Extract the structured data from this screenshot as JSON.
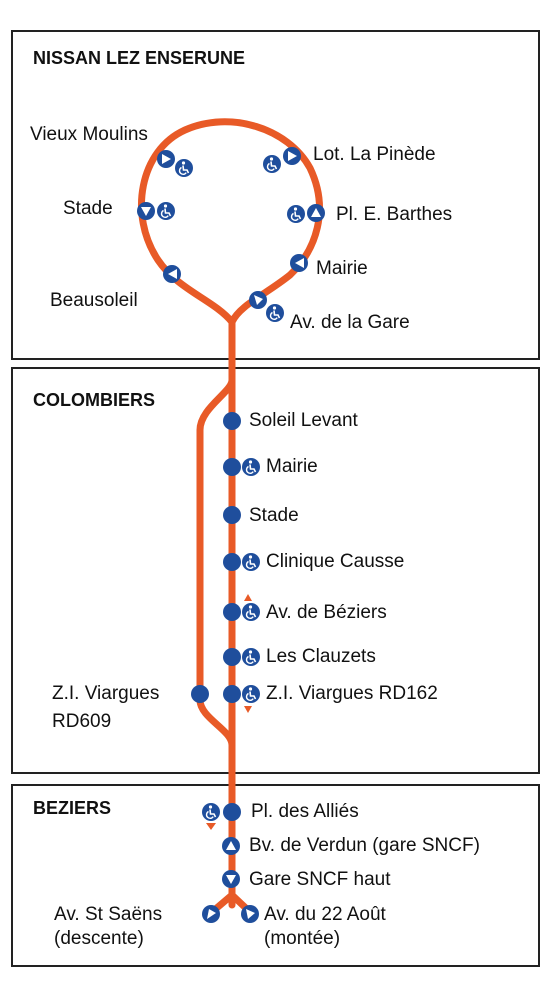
{
  "colors": {
    "route": "#e85a27",
    "stop": "#1f4e9c",
    "border": "#222222"
  },
  "sections": {
    "nissan": "NISSAN LEZ ENSERUNE",
    "colombiers": "COLOMBIERS",
    "beziers": "BEZIERS"
  },
  "stops": {
    "vieux_moulins": "Vieux Moulins",
    "stade_nissan": "Stade",
    "beausoleil": "Beausoleil",
    "lot_la_pinede": "Lot. La Pinède",
    "pl_barthes": "Pl. E. Barthes",
    "mairie_nissan": "Mairie",
    "av_gare": "Av. de la Gare",
    "soleil_levant": "Soleil Levant",
    "mairie_colombiers": "Mairie",
    "stade_colombiers": "Stade",
    "clinique_causse": "Clinique Causse",
    "av_beziers": "Av. de Béziers",
    "les_clauzets": "Les Clauzets",
    "zi_viargues_rd162": "Z.I. Viargues RD162",
    "zi_viargues_rd609_line1": "Z.I. Viargues",
    "zi_viargues_rd609_line2": "RD609",
    "pl_allies": "Pl. des Alliés",
    "bv_verdun": "Bv. de Verdun (gare SNCF)",
    "gare_sncf_haut": "Gare SNCF haut",
    "av_st_saens_line1": "Av. St Saëns",
    "av_st_saens_line2": "(descente)",
    "av_22_aout_line1": "Av. du 22 Août",
    "av_22_aout_line2": "(montée)"
  },
  "icons": {
    "stop_marker": "stop-dot-icon",
    "direction": "direction-arrow-icon",
    "accessibility": "wheelchair-icon",
    "request_stop": "request-stop-icon"
  }
}
